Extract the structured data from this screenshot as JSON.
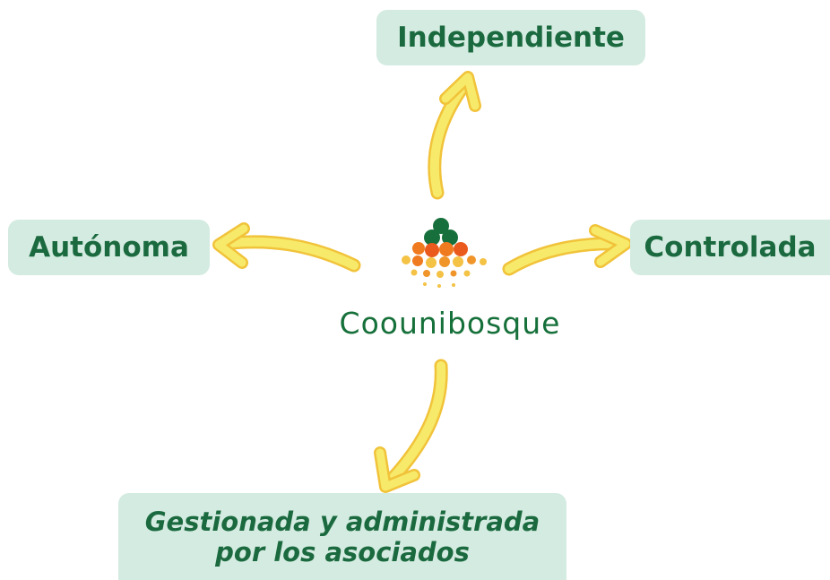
{
  "nodes": {
    "top": "Independiente",
    "left": "Autónoma",
    "right": "Controlada",
    "bottom_line1": "Gestionada y administrada",
    "bottom_line2": "por los asociados"
  },
  "center": {
    "brand": "Coounibosque"
  },
  "colors": {
    "box_fill": "#d4ebe1",
    "box_text": "#1b6a3f",
    "arrow": "#f5e35a",
    "arrow_outline": "#f1c33a",
    "logo_dark_green": "#17703c",
    "logo_orange": "#f07a1f",
    "logo_yellow": "#f4c244"
  }
}
